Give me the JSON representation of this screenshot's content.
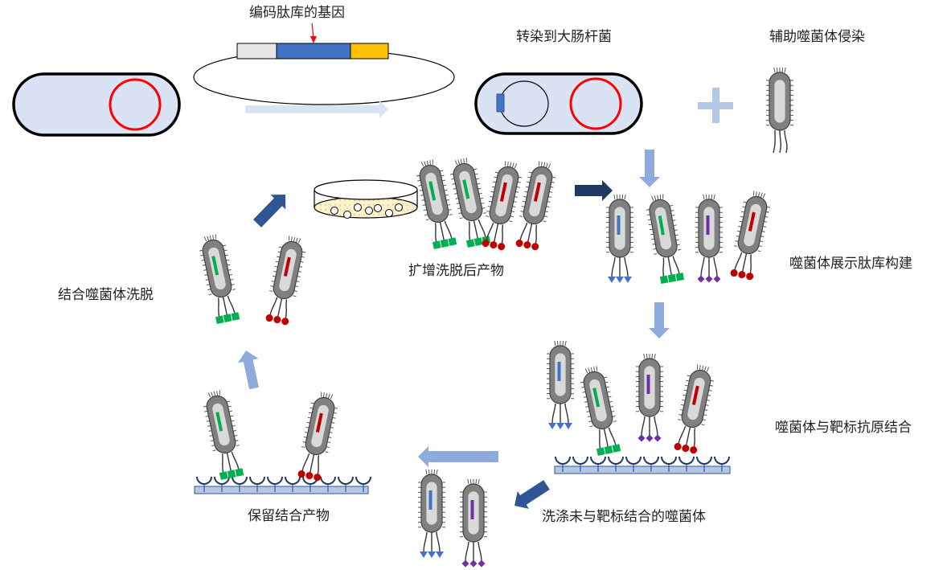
{
  "labels": {
    "gene_library": "编码肽库的基因",
    "transfect": "转染到大肠杆菌",
    "helper_phage": "辅助噬菌体侵染",
    "amplified": "扩增洗脱后产物",
    "library_construct": "噬菌体展示肽库构建",
    "bind_elute": "结合噬菌体洗脱",
    "bind_target": "噬菌体与靶标抗原结合",
    "wash_unbound": "洗涤未与靶标结合的噬菌体",
    "retain_bound": "保留结合产物"
  },
  "colors": {
    "cell_fill": "#dae3f3",
    "plasmid_red": "#ff0000",
    "green": "#00b050",
    "red": "#c00000",
    "blue": "#4472c4",
    "purple": "#7030a0",
    "light_arrow": "#8faadc",
    "dark_arrow": "#2f5597",
    "navy_arrow": "#1f3864",
    "gene_grey": "#e7e6e6",
    "gene_blue": "#4472c4",
    "gene_yellow": "#ffc000",
    "surface": "#b4c7e7"
  },
  "icons": [
    "e-coli-cell",
    "plasmid",
    "phage",
    "petri-dish",
    "plus-sign",
    "process-arrow",
    "target-surface",
    "antigen"
  ]
}
